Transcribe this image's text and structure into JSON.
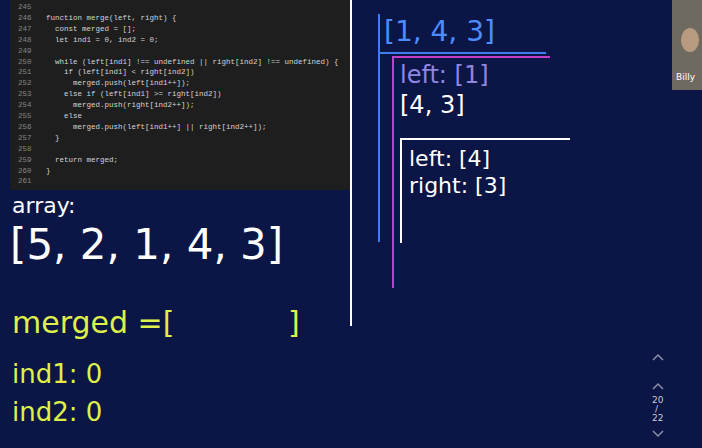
{
  "diagram": {
    "nodes": [
      {
        "text": [
          "[1, 4, 3]"
        ]
      },
      {
        "text": [
          "left: [1]",
          "[4, 3]"
        ],
        "in": 0
      },
      {
        "text": [
          "left: [4]",
          "right: [3]"
        ],
        "in": 1
      }
    ],
    "labels": [
      "245",
      "246",
      "function merge(left, right) {",
      "247",
      "  const merged = [];",
      "248",
      "  let ind1 = 0, ind2 = 0;",
      "249",
      "250",
      "  while (left[ind1] !== undefined || right[ind2] !== undefined) {",
      "251",
      "    if (left[ind1] < right[ind2])",
      "252",
      "      merged.push(left[ind1++]);",
      "253",
      "    else if (left[ind1] >= right[ind2])",
      "254",
      "      merged.push(right[ind2++]);",
      "255",
      "    else",
      "256",
      "      merged.push(left[ind1++] || right[ind2++]);",
      "257",
      "  }",
      "258",
      "259",
      "  return merged;",
      "260",
      "}",
      "261",
      "array:",
      "[5, 2, 1, 4, 3]",
      "merged =[",
      "]",
      "ind1: 0",
      "ind2: 0",
      "Billy",
      "20",
      "/",
      "22"
    ]
  }
}
